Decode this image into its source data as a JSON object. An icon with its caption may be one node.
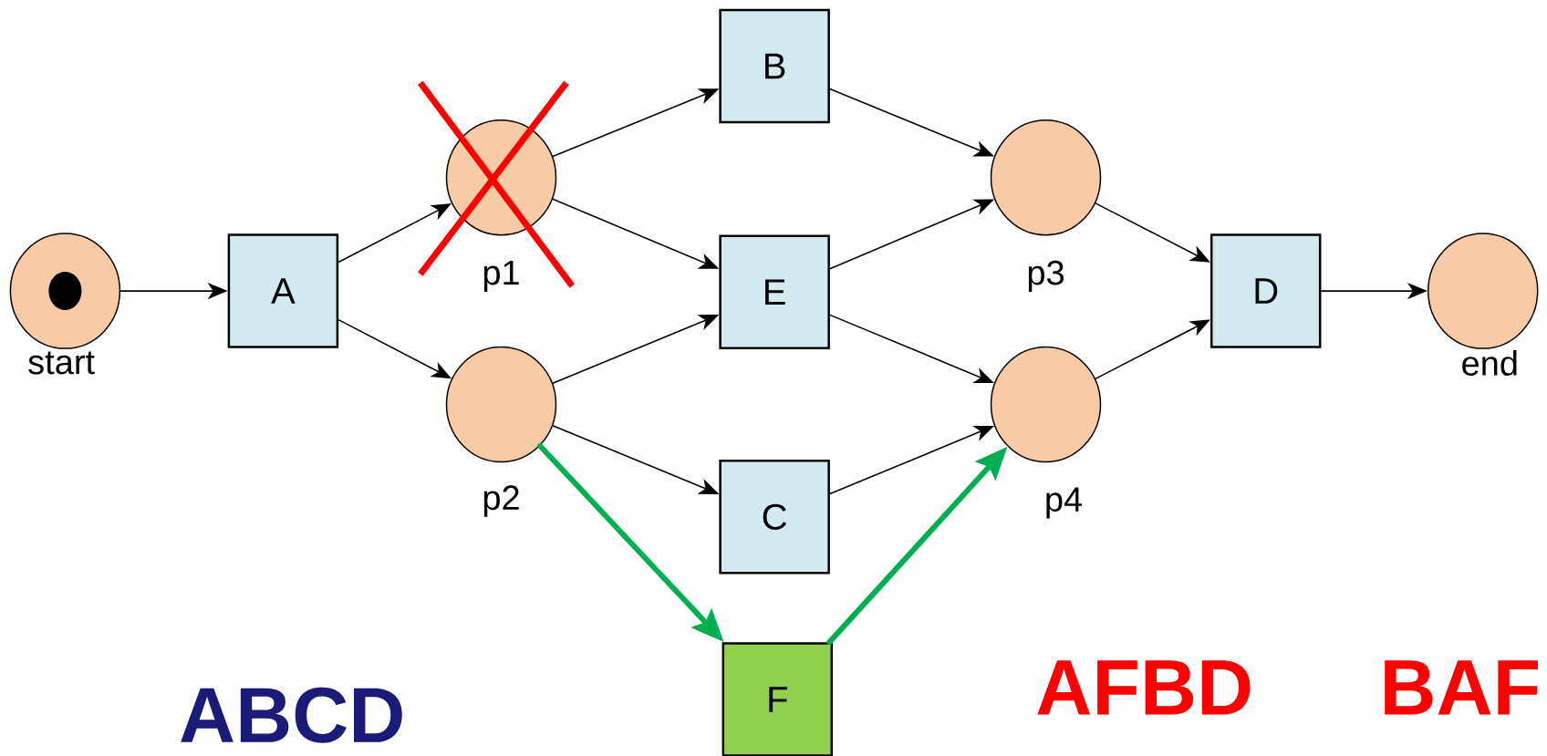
{
  "diagram": {
    "nodes": [
      {
        "text": [],
        "shape": "circle",
        "beside": [
          "start"
        ]
      },
      {
        "text": [
          "A"
        ]
      },
      {
        "text": [],
        "shape": "circle",
        "beside": [
          "p1"
        ]
      },
      {
        "text": [],
        "shape": "circle",
        "beside": [
          "p2"
        ]
      },
      {
        "text": [
          "B"
        ]
      },
      {
        "text": [
          "E"
        ]
      },
      {
        "text": [
          "C"
        ]
      },
      {
        "text": [
          "F"
        ]
      },
      {
        "text": [],
        "shape": "circle",
        "beside": [
          "p3"
        ]
      },
      {
        "text": [],
        "shape": "circle",
        "beside": [
          "p4"
        ]
      },
      {
        "text": [
          "D"
        ]
      },
      {
        "text": [],
        "shape": "circle",
        "beside": [
          "end"
        ]
      }
    ],
    "edges": [
      {
        "from": 0,
        "to": 1,
        "arrow": "to"
      },
      {
        "from": 1,
        "to": 2,
        "arrow": "to"
      },
      {
        "from": 1,
        "to": 3,
        "arrow": "to"
      },
      {
        "from": 2,
        "to": 4,
        "arrow": "to"
      },
      {
        "from": 2,
        "to": 5,
        "arrow": "to"
      },
      {
        "from": 3,
        "to": 5,
        "arrow": "to"
      },
      {
        "from": 3,
        "to": 6,
        "arrow": "to"
      },
      {
        "from": 4,
        "to": 8,
        "arrow": "to"
      },
      {
        "from": 5,
        "to": 8,
        "arrow": "to"
      },
      {
        "from": 5,
        "to": 9,
        "arrow": "to"
      },
      {
        "from": 6,
        "to": 9,
        "arrow": "to"
      },
      {
        "from": 8,
        "to": 10,
        "arrow": "to"
      },
      {
        "from": 9,
        "to": 10,
        "arrow": "to"
      },
      {
        "from": 10,
        "to": 11,
        "arrow": "to"
      },
      {
        "from": 3,
        "to": 7,
        "arrow": "to",
        "style": "thick",
        "color": "#00b050"
      },
      {
        "from": 7,
        "to": 9,
        "arrow": "to",
        "style": "thick",
        "color": "#00b050"
      }
    ],
    "labels": [
      "ABCD",
      "AFBD",
      "BAF"
    ]
  }
}
